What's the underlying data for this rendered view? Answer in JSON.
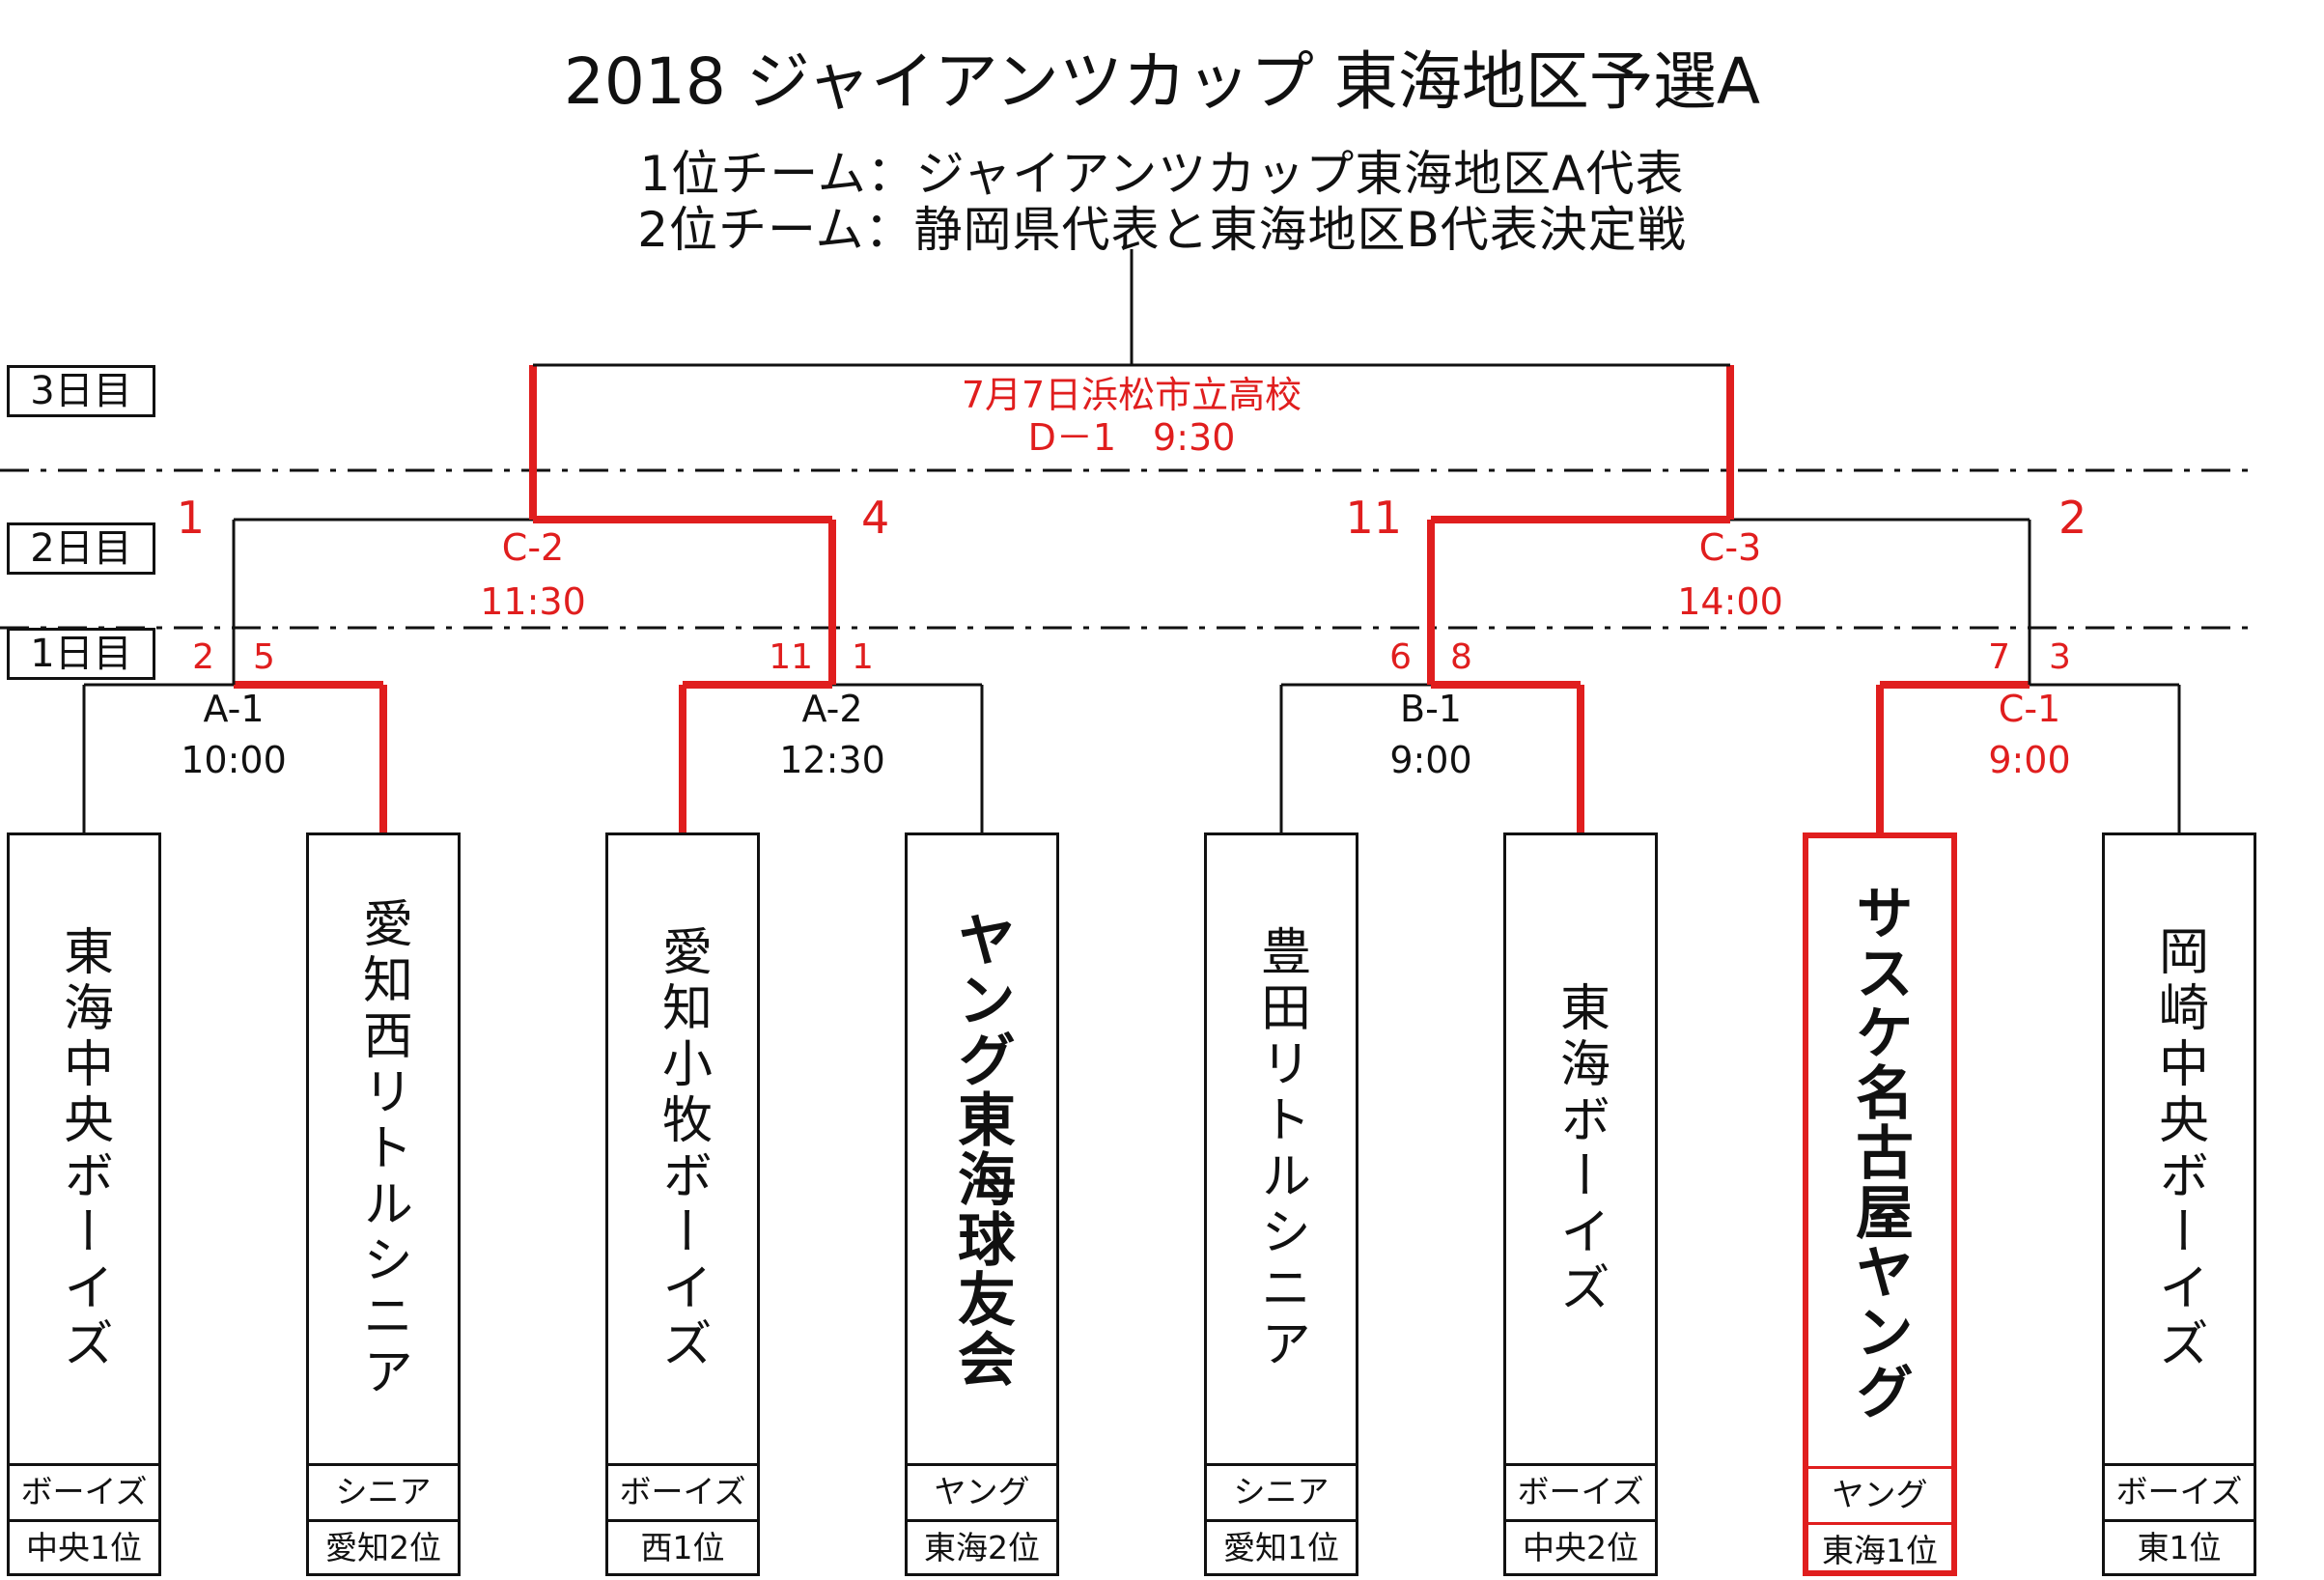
{
  "title": "2018 ジャイアンツカップ 東海地区予選A",
  "notes": [
    "1位チーム：ジャイアンツカップ東海地区A代表",
    "2位チーム：静岡県代表と東海地区B代表決定戦"
  ],
  "days": [
    "3日目",
    "2日目",
    "1日目"
  ],
  "colors": {
    "win": "#e01e1e",
    "line": "#111111"
  },
  "teams": [
    {
      "name": "東海中央ボーイズ",
      "category": "ボーイズ",
      "rank": "中央1位",
      "bold": false,
      "winner": false
    },
    {
      "name": "愛知西リトルシニア",
      "category": "シニア",
      "rank": "愛知2位",
      "bold": false,
      "winner": false
    },
    {
      "name": "愛知小牧ボーイズ",
      "category": "ボーイズ",
      "rank": "西1位",
      "bold": false,
      "winner": false
    },
    {
      "name": "ヤング東海球友会",
      "category": "ヤング",
      "rank": "東海2位",
      "bold": true,
      "winner": false
    },
    {
      "name": "豊田リトルシニア",
      "category": "シニア",
      "rank": "愛知1位",
      "bold": false,
      "winner": false
    },
    {
      "name": "東海ボーイズ",
      "category": "ボーイズ",
      "rank": "中央2位",
      "bold": false,
      "winner": false
    },
    {
      "name": "サスケ名古屋ヤング",
      "category": "ヤング",
      "rank": "東海1位",
      "bold": true,
      "winner": true
    },
    {
      "name": "岡崎中央ボーイズ",
      "category": "ボーイズ",
      "rank": "東1位",
      "bold": false,
      "winner": false
    }
  ],
  "round1": [
    {
      "code": "A-1",
      "time": "10:00",
      "score_left": "2",
      "score_right": "5",
      "winner": "right",
      "red_text": false
    },
    {
      "code": "A-2",
      "time": "12:30",
      "score_left": "11",
      "score_right": "1",
      "winner": "left",
      "red_text": false
    },
    {
      "code": "B-1",
      "time": "9:00",
      "score_left": "6",
      "score_right": "8",
      "winner": "right",
      "red_text": false
    },
    {
      "code": "C-1",
      "time": "9:00",
      "score_left": "7",
      "score_right": "3",
      "winner": "left",
      "red_text": true
    }
  ],
  "round2": [
    {
      "code": "C-2",
      "time": "11:30",
      "score_left": "1",
      "score_right": "4",
      "winner": "right"
    },
    {
      "code": "C-3",
      "time": "14:00",
      "score_left": "11",
      "score_right": "2",
      "winner": "left"
    }
  ],
  "final": {
    "venue": "7月7日浜松市立高校",
    "code": "D－1　9:30"
  }
}
